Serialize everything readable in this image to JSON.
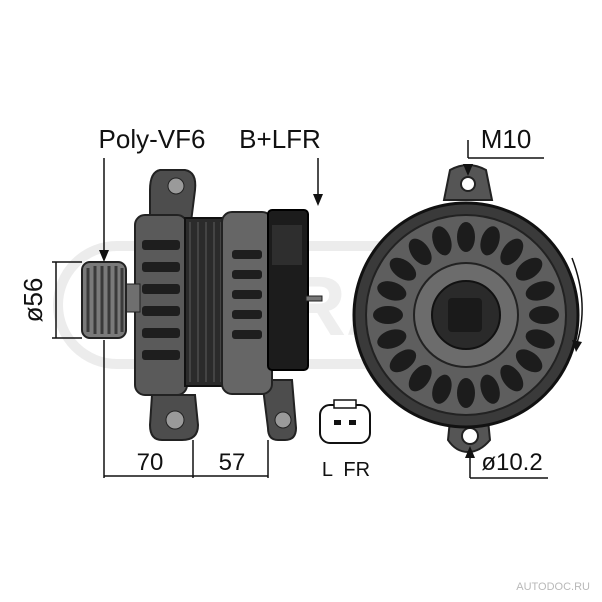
{
  "labels": {
    "pulley": "Poly-VF6",
    "terminal": "B+LFR",
    "mount_thread": "M10",
    "pulley_diameter": "ø56",
    "dim_left": "70",
    "dim_right": "57",
    "connector_pins": "L  FR",
    "hole_diameter": "ø10.2"
  },
  "watermarks": {
    "center_logo": "ERA",
    "corner": "AUTODOC.RU"
  },
  "colors": {
    "ink": "#111111",
    "body_dark": "#2b2b2b",
    "body_mid": "#5a5a5a",
    "body_light": "#8a8a8a",
    "watermark": "#d9d9d9"
  },
  "icons": {
    "rotation": "rotation-arrow-icon",
    "connector": "connector-plug-icon"
  }
}
